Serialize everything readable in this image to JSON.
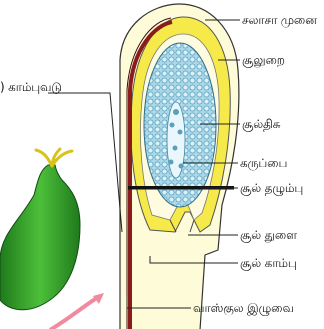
{
  "diagram": {
    "labels": {
      "chalaza": "சலாசா முனை",
      "integument": "சூலுறை",
      "nucellus": "சூல்திசு",
      "embryo_sac": "கருப்பை",
      "hilum": "சூல் தழும்பு",
      "micropyle": "சூல் துளை",
      "funicle": "சூல் காம்பு",
      "vascular_strand": "வாஸ்குல இழுவை",
      "funicle_partial": ") காம்புவடு"
    },
    "colors": {
      "integument_yellow": "#f5ea4a",
      "outer_cream": "#fdfbd8",
      "nucellus_blue": "#9fd3e6",
      "vascular_red": "#8a1c1c",
      "pistil_green": "#2e9e2a",
      "arrow_pink": "#f08a9e"
    }
  }
}
